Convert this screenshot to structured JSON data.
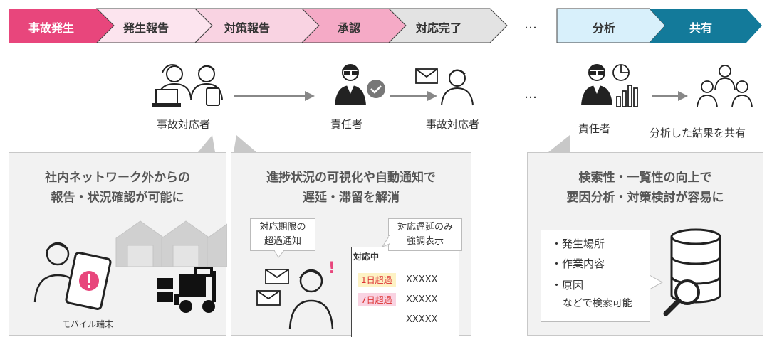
{
  "flow": {
    "steps": [
      "事故発生",
      "発生報告",
      "対策報告",
      "承認",
      "対応完了"
    ],
    "ellipsis": "…",
    "right_steps": [
      "分析",
      "共有"
    ]
  },
  "actors": {
    "incident_handler": "事故対応者",
    "manager": "責任者",
    "incident_handler_2": "事故対応者",
    "manager_2": "責任者",
    "share_label": "分析した結果を共有",
    "ellipsis": "…"
  },
  "panel1": {
    "title_line1": "社内ネットワーク外からの",
    "title_line2": "報告・状況確認が可能に",
    "device_label": "モバイル端末"
  },
  "panel2": {
    "title_line1": "進捗状況の可視化や自動通知で",
    "title_line2": "遅延・滞留を解消",
    "bubble1_line1": "対応期限の",
    "bubble1_line2": "超過通知",
    "bubble2_line1": "対応遅延のみ",
    "bubble2_line2": "強調表示",
    "exclaim": "!",
    "table_header": "対応中",
    "rows": [
      {
        "tag": "1日超過",
        "value": "XXXXX"
      },
      {
        "tag": "7日超過",
        "value": "XXXXX"
      },
      {
        "tag": "",
        "value": "XXXXX"
      }
    ]
  },
  "panel3": {
    "title_line1": "検索性・一覧性の向上で",
    "title_line2": "要因分析・対策検討が容易に",
    "items": [
      "・発生場所",
      "・作業内容",
      "・原因"
    ],
    "footer": "などで検索可能"
  },
  "colors": {
    "step1": "#e8467c",
    "step2": "#fce4ee",
    "step3": "#f9d3e2",
    "step4": "#f5aac6",
    "step5": "#e3e3e3",
    "analyze": "#d8f0fb",
    "share": "#137a9a"
  }
}
